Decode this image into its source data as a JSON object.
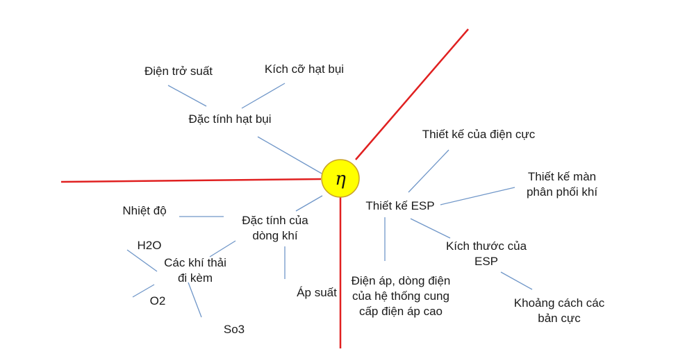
{
  "center": {
    "symbol": "η",
    "fill": "#ffff00",
    "stroke": "#c9a227"
  },
  "colors": {
    "axis": "#e02020",
    "connector": "#6f96c8",
    "text": "#1a1a1a"
  },
  "labels": {
    "dien_tro_suat": "Điện trở suất",
    "kich_co_hat_bui": "Kích cỡ hạt bụi",
    "dac_tinh_hat_bui": "Đặc tính hạt bụi",
    "thiet_ke_dien_cuc": "Thiết kế của điện cực",
    "thiet_ke_man": "Thiết kế màn\nphân phối khí",
    "thiet_ke_esp": "Thiết kế ESP",
    "nhiet_do": "Nhiệt độ",
    "dac_tinh_dong_khi": "Đặc tính của\ndòng khí",
    "h2o": "H2O",
    "cac_khi_thai": "Các khí thải\nđi kèm",
    "o2": "O2",
    "so3": "So3",
    "ap_suat": "Áp suất",
    "dien_ap": "Điện áp, dòng điện\ncủa hệ thống cung\ncấp điện áp cao",
    "kich_thuoc_esp": "Kích thước của\nESP",
    "khoang_cach": "Khoảng cách các\nbản cực"
  }
}
